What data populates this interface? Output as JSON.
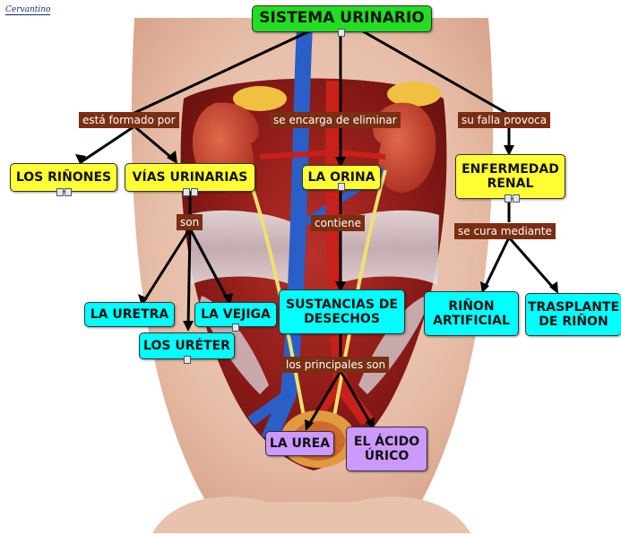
{
  "logo": "Cervantino",
  "colors": {
    "root": "#22dd22",
    "concept": "#ffff33",
    "result": "#00ffff",
    "product": "#cc99ff",
    "link_bg": "#7a2e12"
  },
  "nodes": {
    "root": "SISTEMA URINARIO",
    "rinones": "LOS RIÑONES",
    "vias": "VÍAS URINARIAS",
    "orina": "LA ORINA",
    "enfermedad_l1": "ENFERMEDAD",
    "enfermedad_l2": "RENAL",
    "uretra": "LA URETRA",
    "vejiga": "LA VEJIGA",
    "ureter": "LOS URÉTER",
    "sustancias_l1": "SUSTANCIAS DE",
    "sustancias_l2": "DESECHOS",
    "rinon_art_l1": "RIÑON",
    "rinon_art_l2": "ARTIFICIAL",
    "trasplante_l1": "TRASPLANTE",
    "trasplante_l2": "DE RIÑON",
    "urea": "LA UREA",
    "acido_l1": "EL ÁCIDO",
    "acido_l2": "ÚRICO"
  },
  "links": {
    "formado": "está formado por",
    "elimina": "se encarga de eliminar",
    "falla": "su falla provoca",
    "son": "son",
    "contiene": "contiene",
    "cura": "se cura mediante",
    "principales": "los principales son"
  }
}
